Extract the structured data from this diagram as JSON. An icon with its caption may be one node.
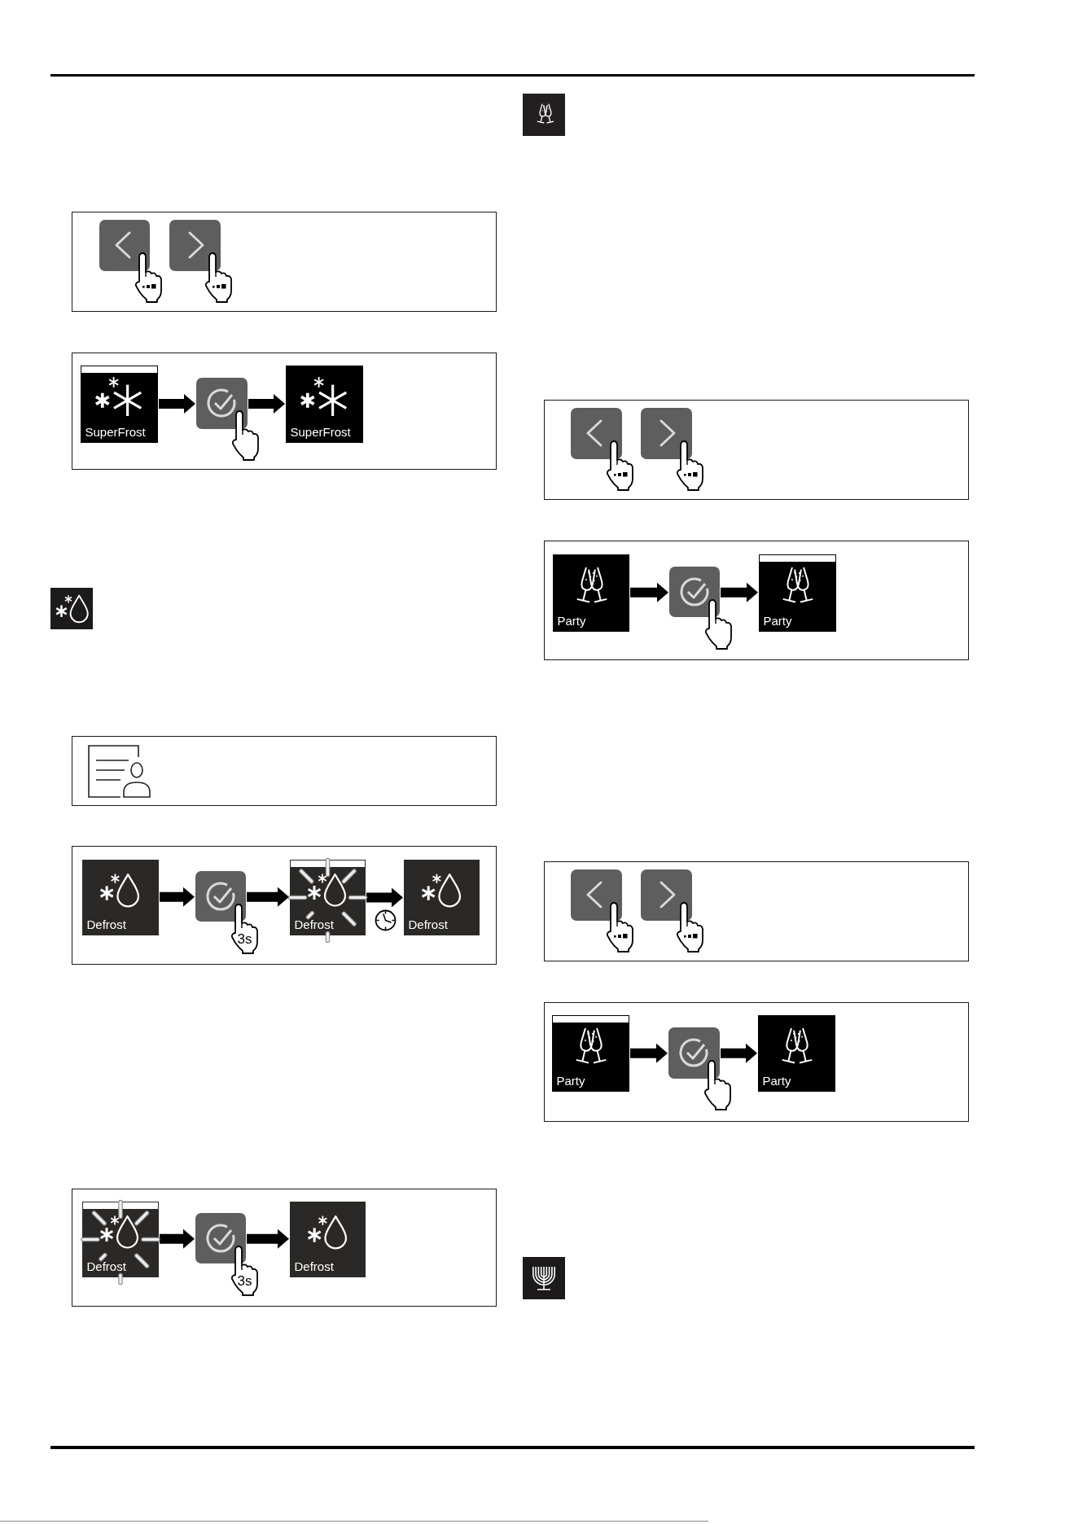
{
  "diagram": {
    "nodes": [
      {
        "text": [],
        "shape": "box"
      },
      {
        "text": [],
        "shape": "box",
        "in": 0
      },
      {
        "text": [],
        "shape": "box",
        "in": 0
      },
      {
        "text": [],
        "shape": "box"
      },
      {
        "text": [
          "SuperFrost"
        ],
        "in": 3
      },
      {
        "text": [],
        "shape": "box",
        "in": 3
      },
      {
        "text": [
          "SuperFrost"
        ],
        "in": 3
      },
      {
        "text": [],
        "shape": "box"
      },
      {
        "text": [],
        "shape": "box"
      },
      {
        "text": [
          "Defrost"
        ],
        "in": 8
      },
      {
        "text": [],
        "shape": "box",
        "in": 8,
        "beside": [
          "3s"
        ]
      },
      {
        "text": [
          "Defrost"
        ],
        "in": 8
      },
      {
        "text": [
          "Defrost"
        ],
        "in": 8
      },
      {
        "text": [],
        "shape": "box"
      },
      {
        "text": [
          "Defrost"
        ],
        "in": 13
      },
      {
        "text": [],
        "shape": "box",
        "in": 13,
        "beside": [
          "3s"
        ]
      },
      {
        "text": [
          "Defrost"
        ],
        "in": 13
      },
      {
        "text": [],
        "shape": "box"
      },
      {
        "text": [],
        "shape": "box",
        "in": 17
      },
      {
        "text": [],
        "shape": "box",
        "in": 17
      },
      {
        "text": [],
        "shape": "box"
      },
      {
        "text": [
          "Party"
        ],
        "in": 20
      },
      {
        "text": [],
        "shape": "box",
        "in": 20
      },
      {
        "text": [
          "Party"
        ],
        "in": 20
      },
      {
        "text": [],
        "shape": "box"
      },
      {
        "text": [],
        "shape": "box",
        "in": 24
      },
      {
        "text": [],
        "shape": "box",
        "in": 24
      },
      {
        "text": [],
        "shape": "box"
      },
      {
        "text": [
          "Party"
        ],
        "in": 27
      },
      {
        "text": [],
        "shape": "box",
        "in": 27
      },
      {
        "text": [
          "Party"
        ],
        "in": 27
      }
    ],
    "edges": [
      {
        "from": 4,
        "to": 5,
        "arrow": "to"
      },
      {
        "from": 5,
        "to": 6,
        "arrow": "to"
      },
      {
        "from": 9,
        "to": 10,
        "arrow": "to"
      },
      {
        "from": 10,
        "to": 11,
        "arrow": "to"
      },
      {
        "from": 11,
        "to": 12,
        "arrow": "to"
      },
      {
        "from": 14,
        "to": 15,
        "arrow": "to"
      },
      {
        "from": 15,
        "to": 16,
        "arrow": "to"
      },
      {
        "from": 21,
        "to": 22,
        "arrow": "to"
      },
      {
        "from": 22,
        "to": 23,
        "arrow": "to"
      },
      {
        "from": 28,
        "to": 29,
        "arrow": "to"
      },
      {
        "from": 29,
        "to": 30,
        "arrow": "to"
      }
    ]
  }
}
